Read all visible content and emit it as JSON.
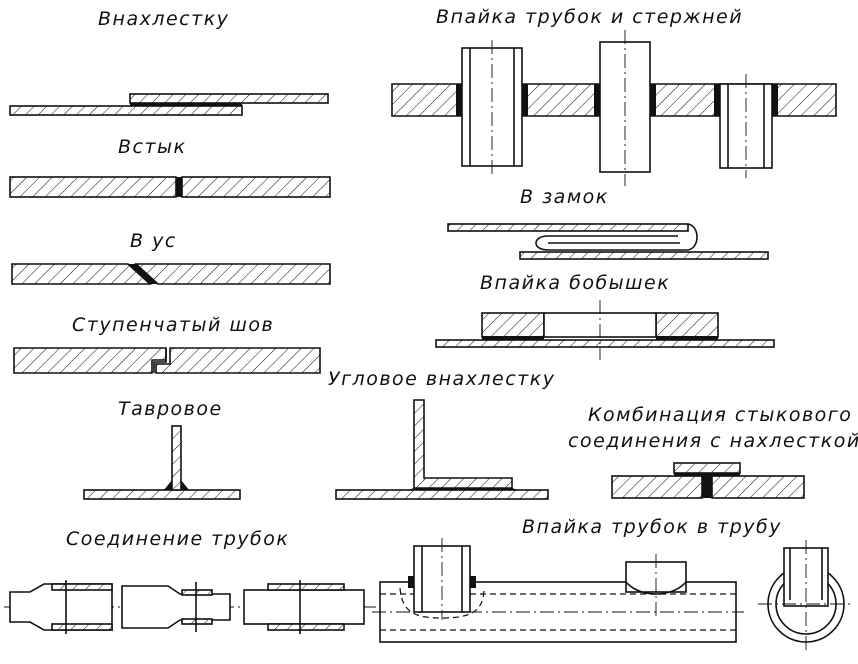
{
  "labels": {
    "lap": "Внахлестку",
    "butt": "Встык",
    "scarf": "В ус",
    "stepped": "Ступенчатый шов",
    "tee": "Тавровое",
    "corner_lap": "Угловое внахлестку",
    "tube_joint": "Соединение трубок",
    "tubes_rods": "Впайка трубок и стержней",
    "lock": "В замок",
    "bosses": "Впайка бобышек",
    "combo_line1": "Комбинация стыкового",
    "combo_line2": "соединения с нахлесткой",
    "tubes_in_pipe": "Впайка трубок в трубу"
  },
  "colors": {
    "ink": "#111111",
    "background": "#ffffff",
    "solder": "#111111"
  }
}
